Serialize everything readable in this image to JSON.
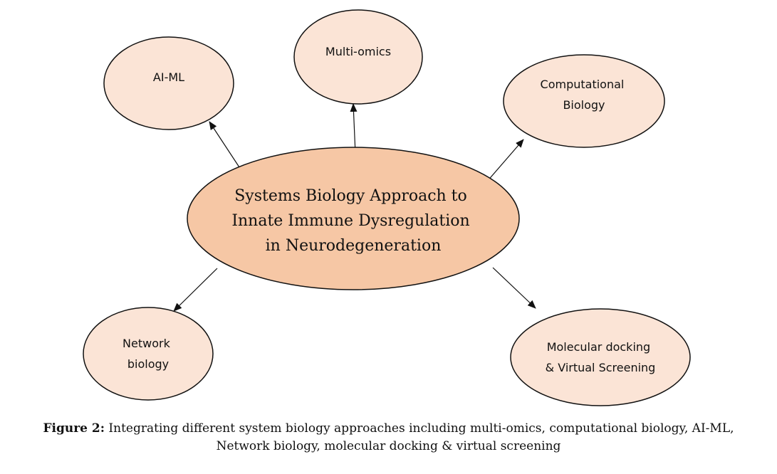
{
  "diagram": {
    "center": {
      "lines": [
        "Systems Biology Approach to",
        "Innate Immune Dysregulation",
        "in Neurodegeneration"
      ]
    },
    "nodes": [
      {
        "id": "ai-ml",
        "lines": [
          "AI-ML"
        ]
      },
      {
        "id": "multi-omics",
        "lines": [
          "Multi-omics"
        ]
      },
      {
        "id": "computational-biology",
        "lines": [
          "Computational",
          "Biology"
        ]
      },
      {
        "id": "network-biology",
        "lines": [
          "Network",
          "biology"
        ]
      },
      {
        "id": "molecular-docking",
        "lines": [
          "Molecular docking",
          "& Virtual Screening"
        ]
      }
    ],
    "colors": {
      "center_fill": "#f6c7a5",
      "node_fill": "#fbe4d6",
      "stroke": "#111111"
    }
  },
  "caption": {
    "label": "Figure 2:",
    "line1": " Integrating different system biology approaches including multi-omics, computational biology, AI-ML,",
    "line2": "Network biology, molecular docking & virtual screening"
  }
}
